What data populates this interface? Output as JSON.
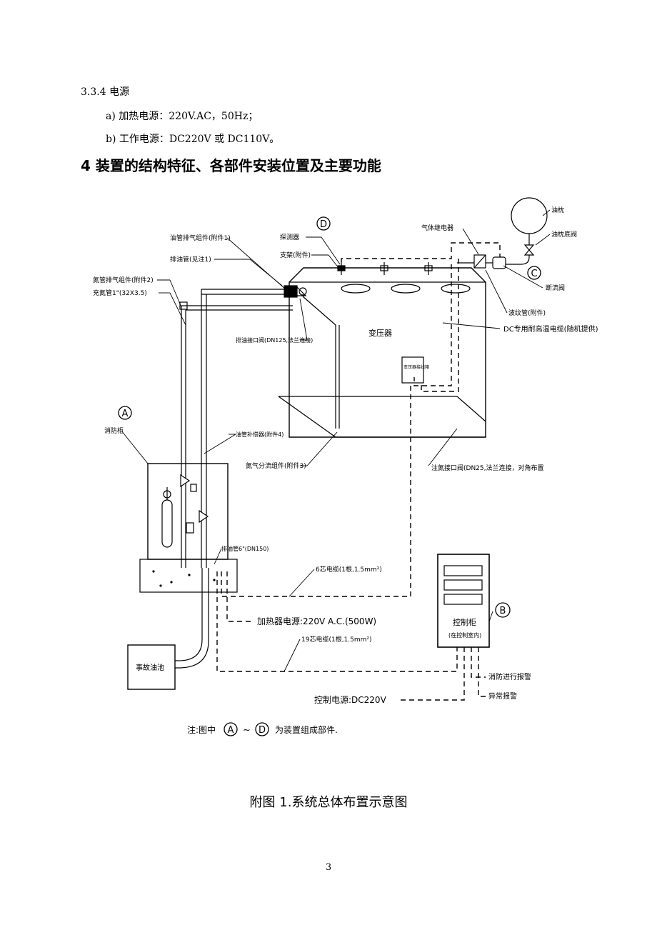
{
  "section_334": "3.3.4 电源",
  "power_items": [
    "a)  加热电源：220V.AC，50Hz；",
    "b)  工作电源：DC220V 或 DC110V。"
  ],
  "section_4_title": "4  装置的结构特征、各部件安装位置及主要功能",
  "diagram": {
    "markers": {
      "A": "A",
      "B": "B",
      "C": "C",
      "D": "D"
    },
    "labels": {
      "oil_pipe_vent": "油管排气组件(附件1)",
      "drain_pipe": "排油管(见注1)",
      "nitrogen_vent": "氮管排气组件(附件2)",
      "nitrogen_pipe": "充氮管1\"(32X3.5)",
      "detector": "探测器",
      "bracket": "支架(附件)",
      "gas_relay": "气体继电器",
      "conservator": "油枕",
      "conservator_valve": "油枕底阀",
      "shutoff_valve": "断流阀",
      "corrugated_pipe": "波纹管(附件)",
      "dc_cable": "DC专用耐高温电缆(随机提供)",
      "transformer": "变压器",
      "drain_port_valve": "排油接口阀(DN125,法兰连接)",
      "transformer_box": "变压器接线箱",
      "fire_cabinet": "消防柜",
      "oil_compensator": "油管补偿器(附件4)",
      "nitrogen_splitter": "氮气分流组件(附件3)",
      "nitrogen_inlet_valve": "注氮接口阀(DN25,法兰连接，对角布置",
      "drain_pipe_6": "排油管6\"(DN150)",
      "cable_6": "6芯电缆(1根,1.5mm²)",
      "heater_power": "加热器电源:220V A.C.(500W)",
      "cable_19": "19芯电缆(1根,1.5mm²)",
      "control_cabinet": "控制柜",
      "control_cabinet_note": "(在控制室内)",
      "fire_alarm": "消防进行报警",
      "abnormal_alarm": "异常报警",
      "control_power": "控制电源:DC220V",
      "oil_pit": "事故油池",
      "note_prefix": "注:图中",
      "note_tilde": "~",
      "note_suffix": "为装置组成部件."
    }
  },
  "figure_caption": "附图 1.系统总体布置示意图",
  "page_number": "3"
}
